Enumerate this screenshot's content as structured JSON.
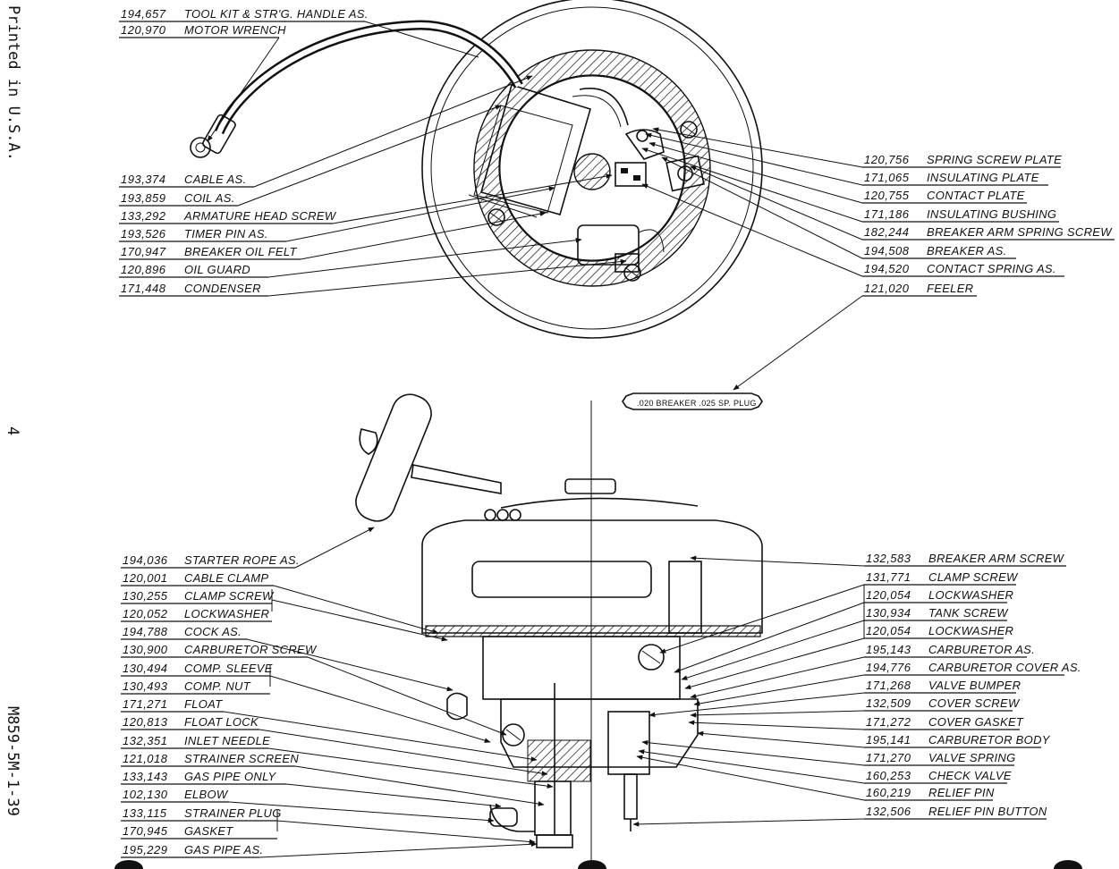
{
  "margin": {
    "printed": "Printed in U.S.A.",
    "page_number": "4",
    "code": "M859-5M-1-39"
  },
  "gauge_label": ".020 BREAKER   .025 SP. PLUG",
  "magneto_left": [
    {
      "num": "194,657",
      "name": "TOOL KIT & STR'G. HANDLE AS."
    },
    {
      "num": "120,970",
      "name": "MOTOR WRENCH"
    },
    {
      "num": "193,374",
      "name": "CABLE AS."
    },
    {
      "num": "193,859",
      "name": "COIL AS."
    },
    {
      "num": "133,292",
      "name": "ARMATURE HEAD SCREW"
    },
    {
      "num": "193,526",
      "name": "TIMER PIN AS."
    },
    {
      "num": "170,947",
      "name": "BREAKER OIL FELT"
    },
    {
      "num": "120,896",
      "name": "OIL GUARD"
    },
    {
      "num": "171,448",
      "name": "CONDENSER"
    }
  ],
  "magneto_right": [
    {
      "num": "120,756",
      "name": "SPRING SCREW PLATE"
    },
    {
      "num": "171,065",
      "name": "INSULATING PLATE"
    },
    {
      "num": "120,755",
      "name": "CONTACT PLATE"
    },
    {
      "num": "171,186",
      "name": "INSULATING BUSHING"
    },
    {
      "num": "182,244",
      "name": "BREAKER ARM SPRING SCREW"
    },
    {
      "num": "194,508",
      "name": "BREAKER AS."
    },
    {
      "num": "194,520",
      "name": "CONTACT SPRING AS."
    },
    {
      "num": "121,020",
      "name": "FEELER"
    }
  ],
  "engine_left": [
    {
      "num": "194,036",
      "name": "STARTER ROPE AS."
    },
    {
      "num": "120,001",
      "name": "CABLE CLAMP"
    },
    {
      "num": "130,255",
      "name": "CLAMP SCREW"
    },
    {
      "num": "120,052",
      "name": "LOCKWASHER"
    },
    {
      "num": "194,788",
      "name": "COCK AS."
    },
    {
      "num": "130,900",
      "name": "CARBURETOR SCREW"
    },
    {
      "num": "130,494",
      "name": "COMP. SLEEVE"
    },
    {
      "num": "130,493",
      "name": "COMP. NUT"
    },
    {
      "num": "171,271",
      "name": "FLOAT"
    },
    {
      "num": "120,813",
      "name": "FLOAT LOCK"
    },
    {
      "num": "132,351",
      "name": "INLET NEEDLE"
    },
    {
      "num": "121,018",
      "name": "STRAINER SCREEN"
    },
    {
      "num": "133,143",
      "name": "GAS PIPE ONLY"
    },
    {
      "num": "102,130",
      "name": "ELBOW"
    },
    {
      "num": "133,115",
      "name": "STRAINER PLUG"
    },
    {
      "num": "170,945",
      "name": "GASKET"
    },
    {
      "num": "195,229",
      "name": "GAS PIPE AS."
    }
  ],
  "engine_right": [
    {
      "num": "132,583",
      "name": "BREAKER ARM SCREW"
    },
    {
      "num": "131,771",
      "name": "CLAMP SCREW"
    },
    {
      "num": "120,054",
      "name": "LOCKWASHER"
    },
    {
      "num": "130,934",
      "name": "TANK SCREW"
    },
    {
      "num": "120,054",
      "name": "LOCKWASHER"
    },
    {
      "num": "195,143",
      "name": "CARBURETOR AS."
    },
    {
      "num": "194,776",
      "name": "CARBURETOR COVER AS."
    },
    {
      "num": "171,268",
      "name": "VALVE BUMPER"
    },
    {
      "num": "132,509",
      "name": "COVER SCREW"
    },
    {
      "num": "171,272",
      "name": "COVER GASKET"
    },
    {
      "num": "195,141",
      "name": "CARBURETOR BODY"
    },
    {
      "num": "171,270",
      "name": "VALVE SPRING"
    },
    {
      "num": "160,253",
      "name": "CHECK VALVE"
    },
    {
      "num": "160,219",
      "name": "RELIEF PIN"
    },
    {
      "num": "132,506",
      "name": "RELIEF PIN BUTTON"
    }
  ]
}
